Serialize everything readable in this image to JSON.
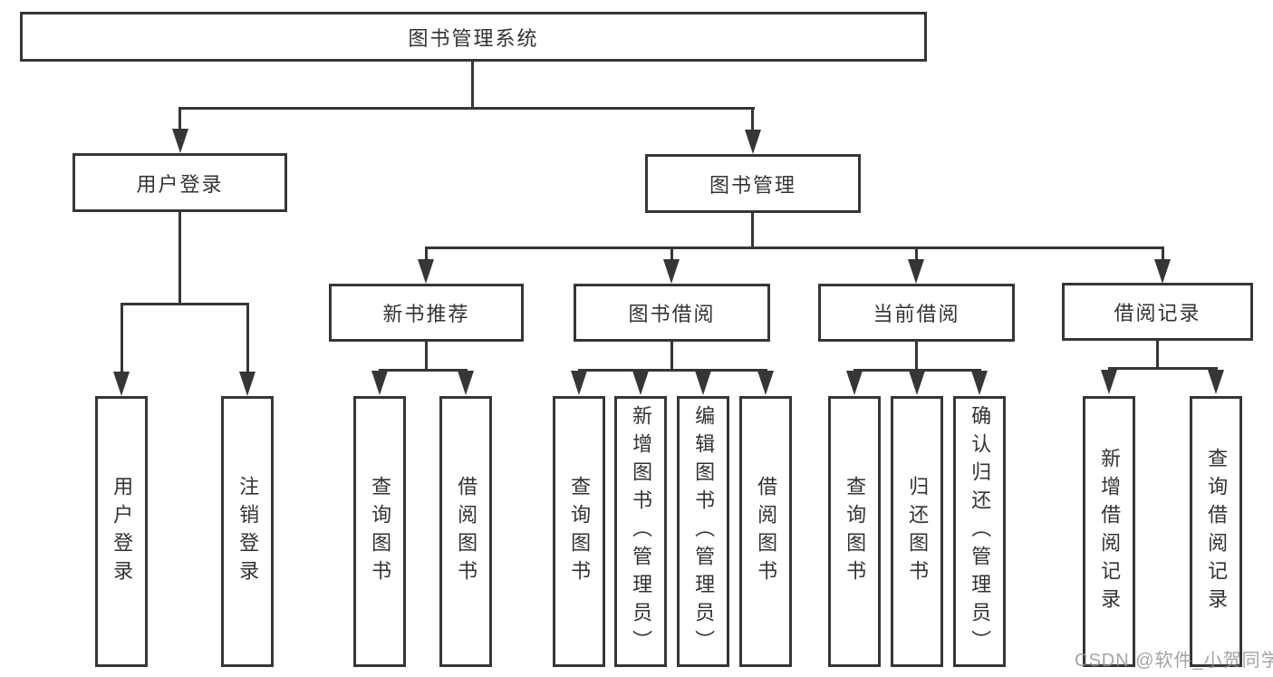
{
  "watermark": "CSDN @软件_小贺同学",
  "colors": {
    "line": "#363636",
    "text": "#333333",
    "watermark": "#919498",
    "background": "#ffffff"
  },
  "tree": {
    "root": {
      "label": "图书管理系统",
      "children": [
        {
          "label": "用户登录",
          "children": [
            {
              "label": "用户登录"
            },
            {
              "label": "注销登录"
            }
          ]
        },
        {
          "label": "图书管理",
          "children": [
            {
              "label": "新书推荐",
              "children": [
                {
                  "label": "查询图书"
                },
                {
                  "label": "借阅图书"
                }
              ]
            },
            {
              "label": "图书借阅",
              "children": [
                {
                  "label": "查询图书"
                },
                {
                  "label": "新增图书（管理员）"
                },
                {
                  "label": "编辑图书（管理员）"
                },
                {
                  "label": "借阅图书"
                }
              ]
            },
            {
              "label": "当前借阅",
              "children": [
                {
                  "label": "查询图书"
                },
                {
                  "label": "归还图书"
                },
                {
                  "label": "确认归还（管理员）"
                }
              ]
            },
            {
              "label": "借阅记录",
              "children": [
                {
                  "label": "新增借阅记录"
                },
                {
                  "label": "查询借阅记录"
                }
              ]
            }
          ]
        }
      ]
    }
  }
}
